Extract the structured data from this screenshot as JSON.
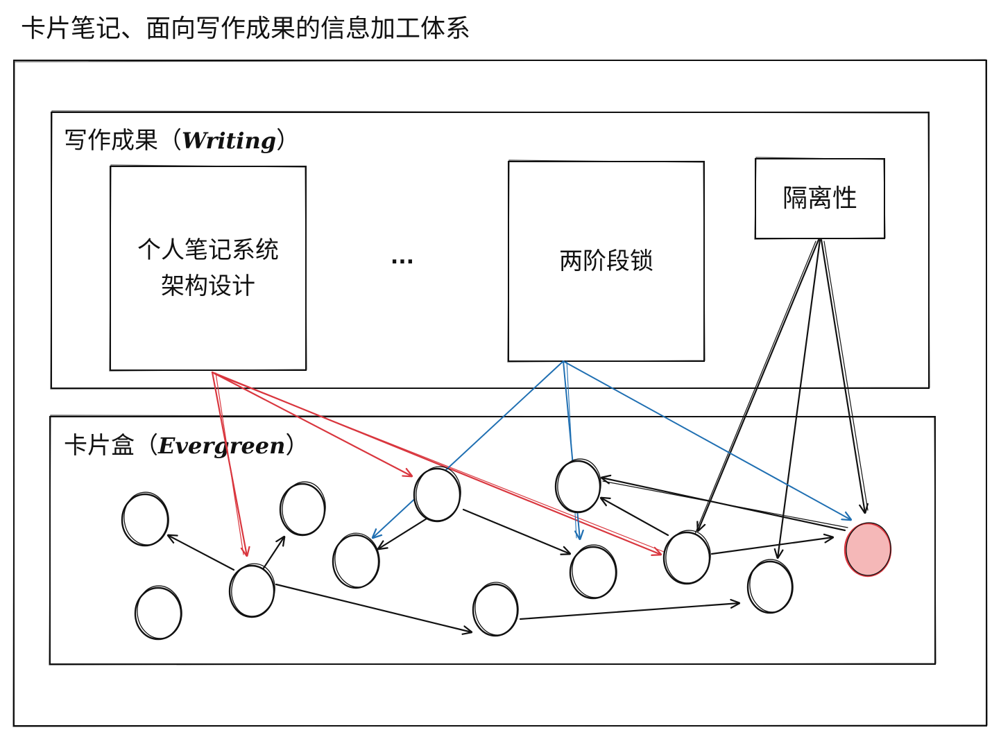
{
  "title": "卡片笔记、面向写作成果的信息加工体系",
  "writing_section": {
    "label_cn": "写作成果（",
    "label_en": "Writing",
    "label_close": "）",
    "cards": [
      {
        "line1": "个人笔记系统",
        "line2": "架构设计"
      },
      {
        "line1": "两阶段锁",
        "line2": ""
      },
      {
        "line1": "隔离性",
        "line2": ""
      }
    ],
    "ellipsis": "..."
  },
  "evergreen_section": {
    "label_cn": "卡片盒（",
    "label_en": "Evergreen",
    "label_close": "）"
  },
  "colors": {
    "ink": "#111111",
    "red_links": "#d9363e",
    "blue_links": "#1f6fb2",
    "highlight_fill": "#f5b8b8",
    "highlight_stroke": "#d9363e"
  }
}
